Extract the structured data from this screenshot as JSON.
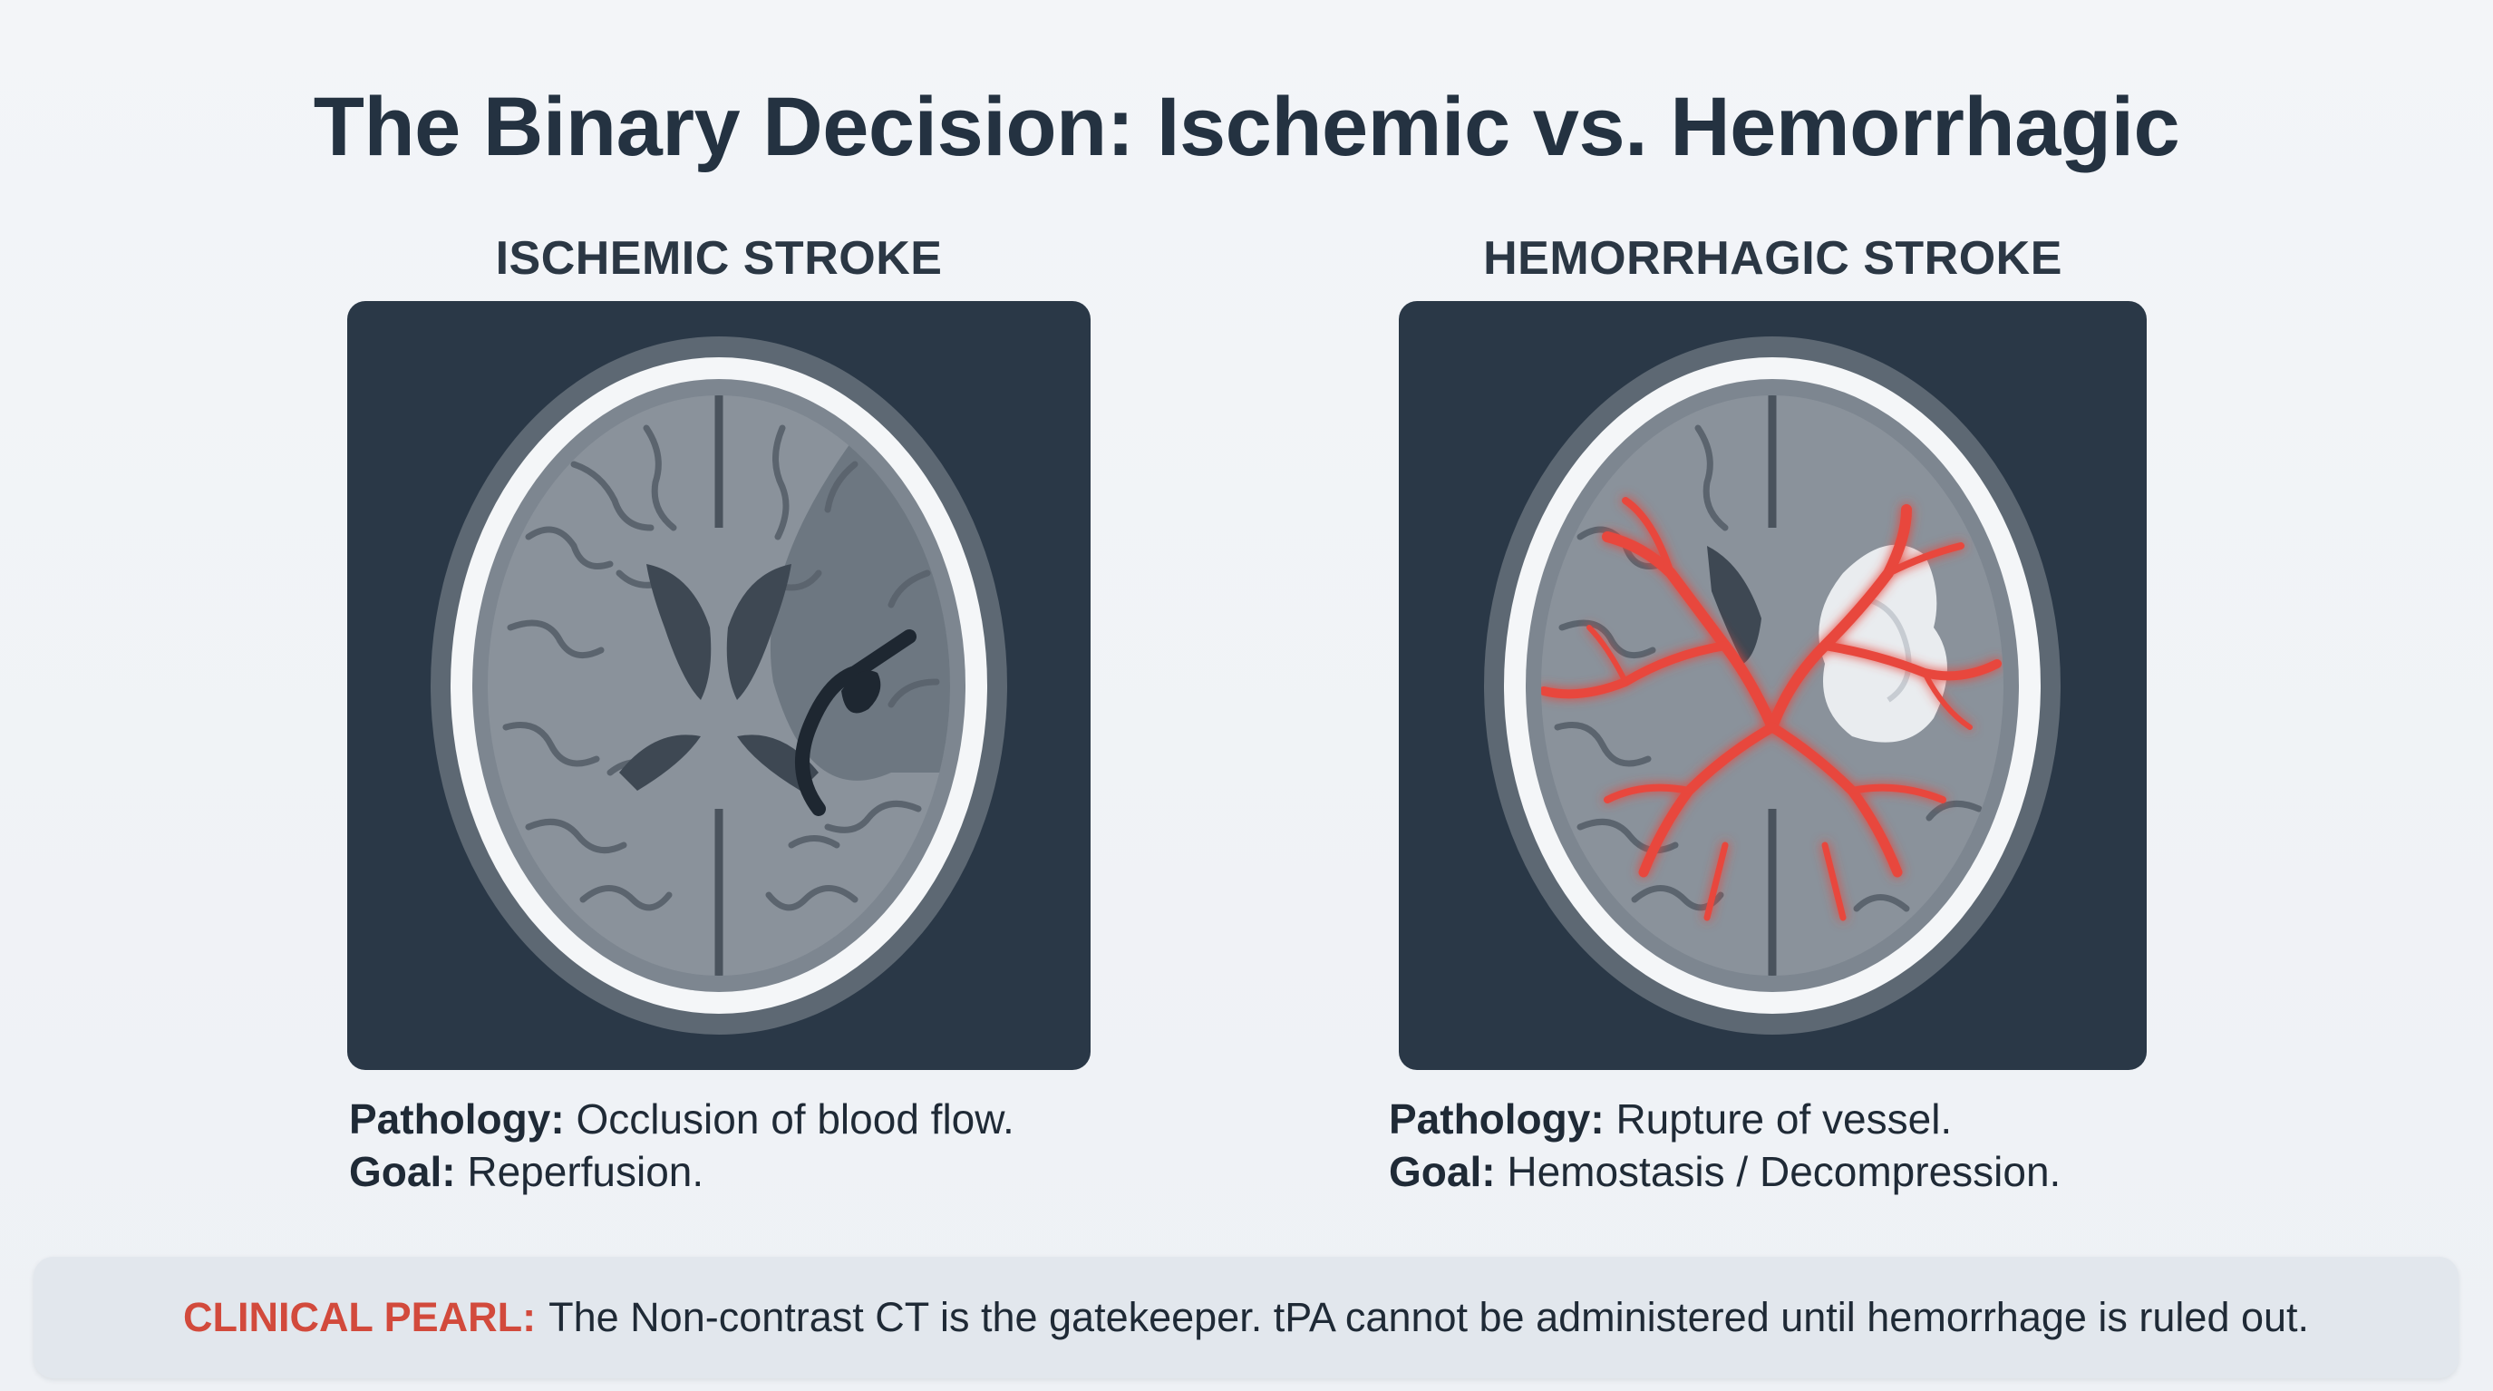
{
  "title": "The Binary Decision: Ischemic vs. Hemorrhagic",
  "panels": {
    "ischemic": {
      "heading": "ISCHEMIC STROKE",
      "pathology_label": "Pathology:",
      "pathology_text": "Occlusion of blood flow.",
      "goal_label": "Goal:",
      "goal_text": "Reperfusion."
    },
    "hemorrhagic": {
      "heading": "HEMORRHAGIC STROKE",
      "pathology_label": "Pathology:",
      "pathology_text": "Rupture of vessel.",
      "goal_label": "Goal:",
      "goal_text": "Hemostasis / Decompression."
    }
  },
  "pearl": {
    "label": "CLINICAL PEARL:",
    "text": "The Non-contrast CT is the gatekeeper. tPA cannot be administered until hemorrhage is ruled out."
  },
  "colors": {
    "scan_background": "#2a3847",
    "brain_gray": "#8a929b",
    "skull_white": "#f4f6f8",
    "vessel_red": "#e8473c",
    "pearl_red": "#d24a3c",
    "text_dark": "#1f2a36"
  },
  "icons": {
    "ischemic_scan": "brain-ct-ischemic-icon",
    "hemorrhagic_scan": "brain-ct-hemorrhagic-icon"
  }
}
